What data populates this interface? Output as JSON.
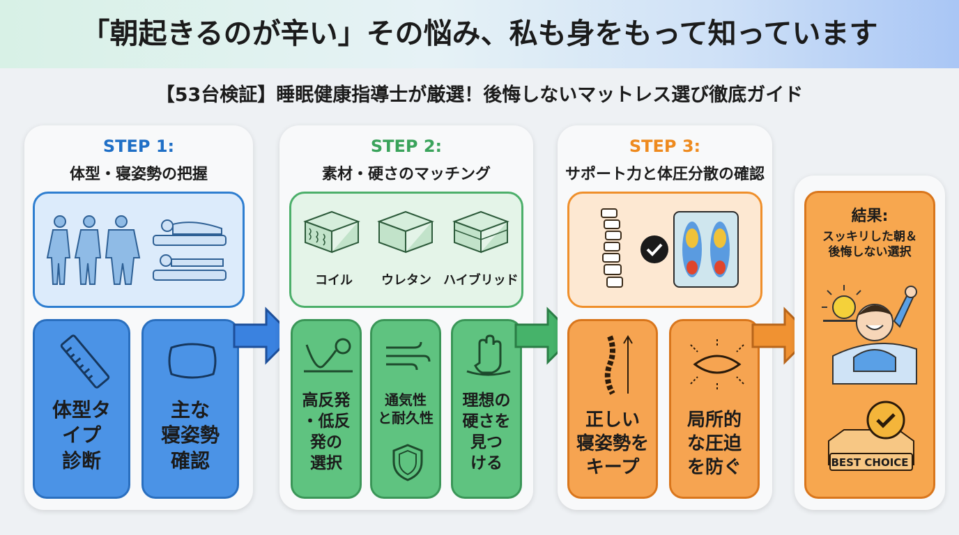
{
  "header": {
    "title": "「朝起きるのが辛い」その悩み、私も身をもって知っています"
  },
  "subtitle": "【53台検証】睡眠健康指導士が厳選！後悔しないマットレス選び徹底ガイド",
  "steps": [
    {
      "label": "STEP 1:",
      "desc": "体型・寝姿勢の把握",
      "color": "#1f6fc6",
      "tiles": [
        {
          "label": "体型タ\nイプ\n診断"
        },
        {
          "label": "主な\n寝姿勢\n確認"
        }
      ]
    },
    {
      "label": "STEP 2:",
      "desc": "素材・硬さのマッチング",
      "color": "#3aa35b",
      "materials": [
        {
          "label": "コイル"
        },
        {
          "label": "ウレタン"
        },
        {
          "label": "ハイブリッド"
        }
      ],
      "tiles": [
        {
          "label": "高反発\n・低反\n発の\n選択"
        },
        {
          "label": "通気性\nと耐久性"
        },
        {
          "label": "理想の\n硬さを\n見つ\nける"
        }
      ]
    },
    {
      "label": "STEP 3:",
      "desc": "サポート力と体圧分散の確認",
      "color": "#ee8a1e",
      "tiles": [
        {
          "label": "正しい\n寝姿勢を\nキープ"
        },
        {
          "label": "局所的\nな圧迫\nを防ぐ"
        }
      ]
    }
  ],
  "result": {
    "title": "結果:",
    "desc": "スッキリした朝＆\n後悔しない選択",
    "badge": "BEST CHOICE"
  }
}
